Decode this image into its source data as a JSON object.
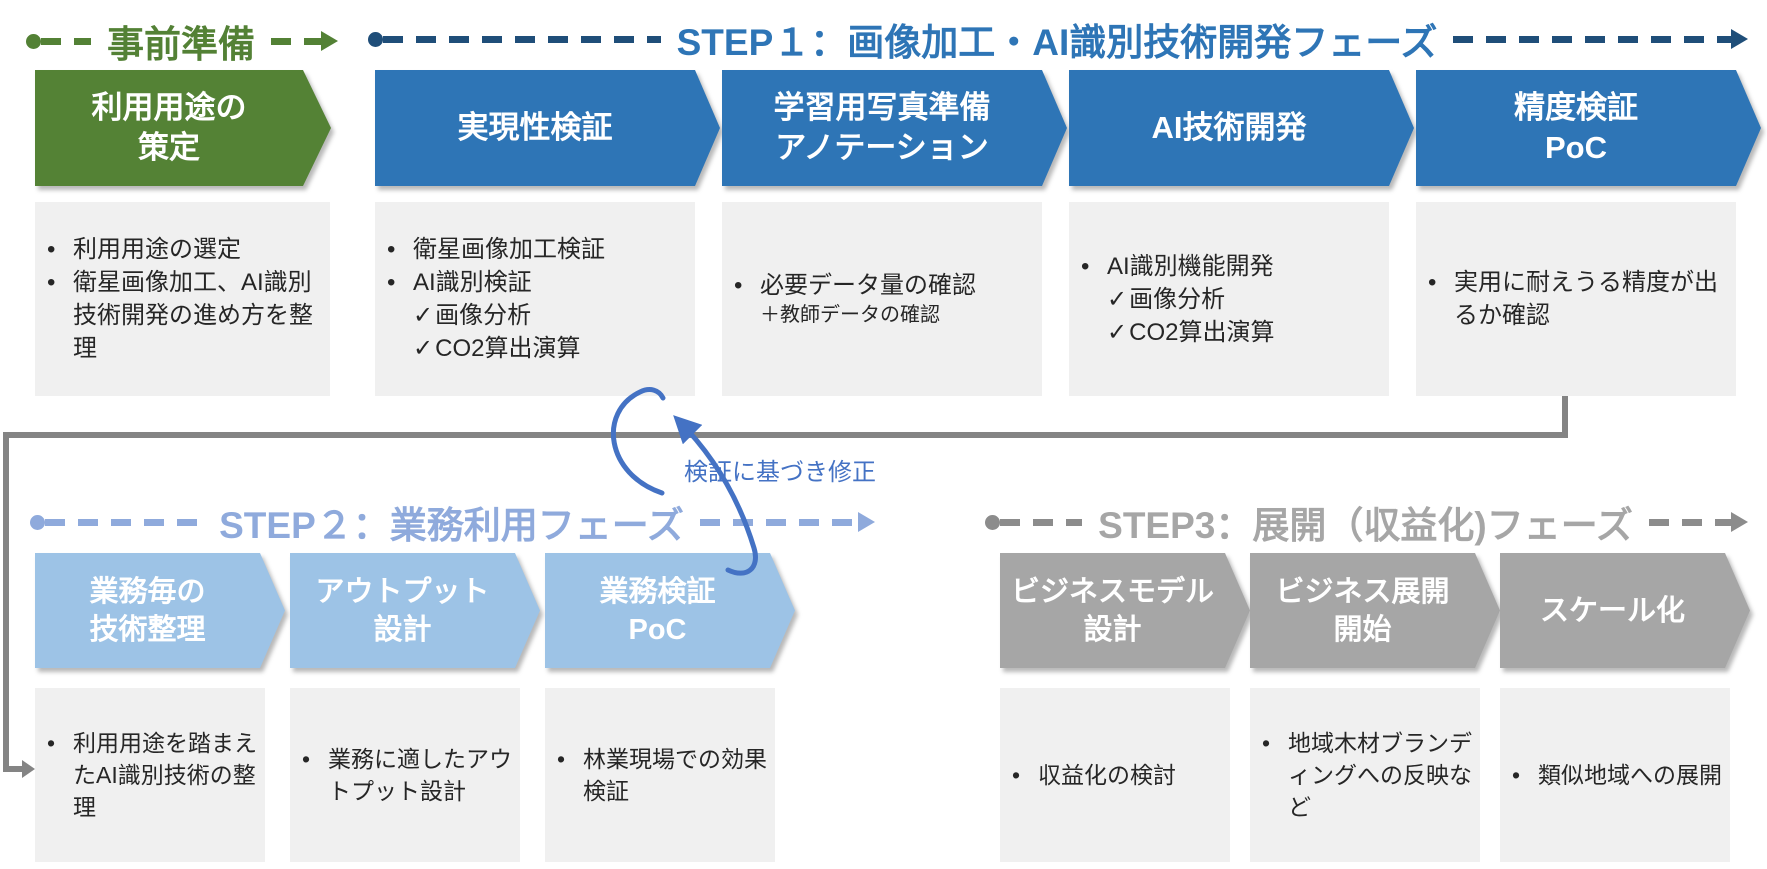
{
  "glyphs": {
    "bullet": "•",
    "check": "✓"
  },
  "headers": {
    "prep": {
      "label": "事前準備"
    },
    "step1": {
      "label": "STEP１：画像加工・AI識別技術開発フェーズ"
    },
    "step2": {
      "label": "STEP２：業務利用フェーズ"
    },
    "step3": {
      "label": "STEP3：展開（収益化)フェーズ"
    }
  },
  "loop_arrow": {
    "label": "検証に基づき修正"
  },
  "columns": [
    {
      "phase": "事前準備",
      "title_lines": [
        "利用用途の",
        "策定"
      ],
      "items": [
        {
          "type": "bullet",
          "text": "利用用途の選定"
        },
        {
          "type": "bullet",
          "text": "衛星画像加工、AI識別技術開発の進め方を整理"
        }
      ]
    },
    {
      "phase": "STEP1",
      "title_lines": [
        "実現性検証"
      ],
      "items": [
        {
          "type": "bullet",
          "text": "衛星画像加工検証"
        },
        {
          "type": "bullet",
          "text": "AI識別検証"
        },
        {
          "type": "check",
          "text": "画像分析"
        },
        {
          "type": "check",
          "text": "CO2算出演算"
        }
      ]
    },
    {
      "phase": "STEP1",
      "title_lines": [
        "学習用写真準備",
        "アノテーション"
      ],
      "items": [
        {
          "type": "bullet",
          "text": "必要データ量の確認"
        },
        {
          "type": "note",
          "text": "＋教師データの確認"
        }
      ]
    },
    {
      "phase": "STEP1",
      "title_lines": [
        "AI技術開発"
      ],
      "items": [
        {
          "type": "bullet",
          "text": "AI識別機能開発"
        },
        {
          "type": "check",
          "text": "画像分析"
        },
        {
          "type": "check",
          "text": "CO2算出演算"
        }
      ]
    },
    {
      "phase": "STEP1",
      "title_lines": [
        "精度検証",
        "PoC"
      ],
      "items": [
        {
          "type": "bullet",
          "text": "実用に耐えうる精度が出るか確認"
        }
      ]
    },
    {
      "phase": "STEP2",
      "title_lines": [
        "業務毎の",
        "技術整理"
      ],
      "items": [
        {
          "type": "bullet",
          "text": "利用用途を踏まえたAI識別技術の整理"
        }
      ]
    },
    {
      "phase": "STEP2",
      "title_lines": [
        "アウトプット",
        "設計"
      ],
      "items": [
        {
          "type": "bullet",
          "text": "業務に適したアウトプット設計"
        }
      ]
    },
    {
      "phase": "STEP2",
      "title_lines": [
        "業務検証",
        "PoC"
      ],
      "items": [
        {
          "type": "bullet",
          "text": "林業現場での効果検証"
        }
      ]
    },
    {
      "phase": "STEP3",
      "title_lines": [
        "ビジネスモデル",
        "設計"
      ],
      "items": [
        {
          "type": "bullet",
          "text": "収益化の検討"
        }
      ]
    },
    {
      "phase": "STEP3",
      "title_lines": [
        "ビジネス展開",
        "開始"
      ],
      "items": [
        {
          "type": "bullet",
          "text": "地域木材ブランディングへの反映など"
        }
      ]
    },
    {
      "phase": "STEP3",
      "title_lines": [
        "スケール化"
      ],
      "items": [
        {
          "type": "bullet",
          "text": "類似地域への展開"
        }
      ]
    }
  ],
  "colors": {
    "background": "#FFFFFF",
    "green": "#548235",
    "green_text": "#538135",
    "blue": "#2E75B6",
    "navy": "#1F4E79",
    "light_blue": "#9DC3E6",
    "periwinkle": "#8FAADC",
    "gray": "#A6A6A6",
    "gray_dash": "#8C8C8C",
    "desc_bg": "#F0F0F0",
    "body_text": "#262626",
    "connector": "#848484",
    "loop_arrow": "#4472C4"
  }
}
